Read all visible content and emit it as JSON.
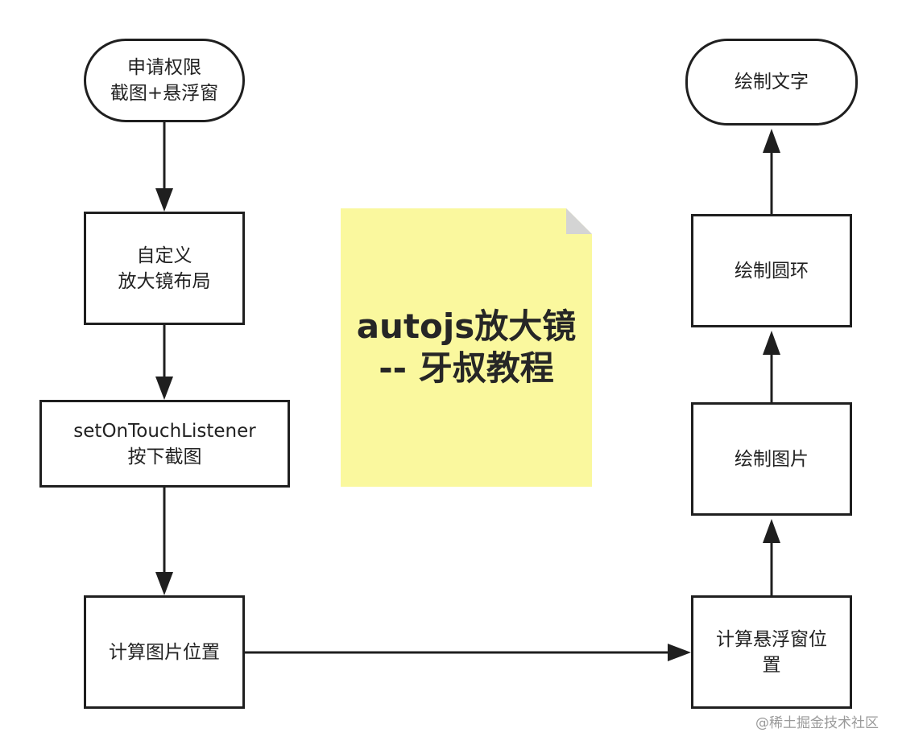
{
  "nodes": {
    "start": {
      "lines": [
        "申请权限",
        "截图+悬浮窗"
      ]
    },
    "layout": {
      "lines": [
        "自定义",
        "放大镜布局"
      ]
    },
    "touch": {
      "lines": [
        "setOnTouchListener",
        "按下截图"
      ]
    },
    "calc_image": {
      "lines": [
        "计算图片位置"
      ]
    },
    "calc_window": {
      "lines": [
        "计算悬浮窗位",
        "置"
      ]
    },
    "draw_image": {
      "lines": [
        "绘制图片"
      ]
    },
    "draw_ring": {
      "lines": [
        "绘制圆环"
      ]
    },
    "draw_text": {
      "lines": [
        "绘制文字"
      ]
    }
  },
  "note": {
    "lines": [
      "autojs放大镜",
      "-- 牙叔教程"
    ],
    "fill_color": "#faf89e",
    "fold_color": "#d4d4d4"
  },
  "watermark": "@稀土掘金技术社区",
  "colors": {
    "stroke": "#1f1f1f",
    "background": "#ffffff"
  }
}
